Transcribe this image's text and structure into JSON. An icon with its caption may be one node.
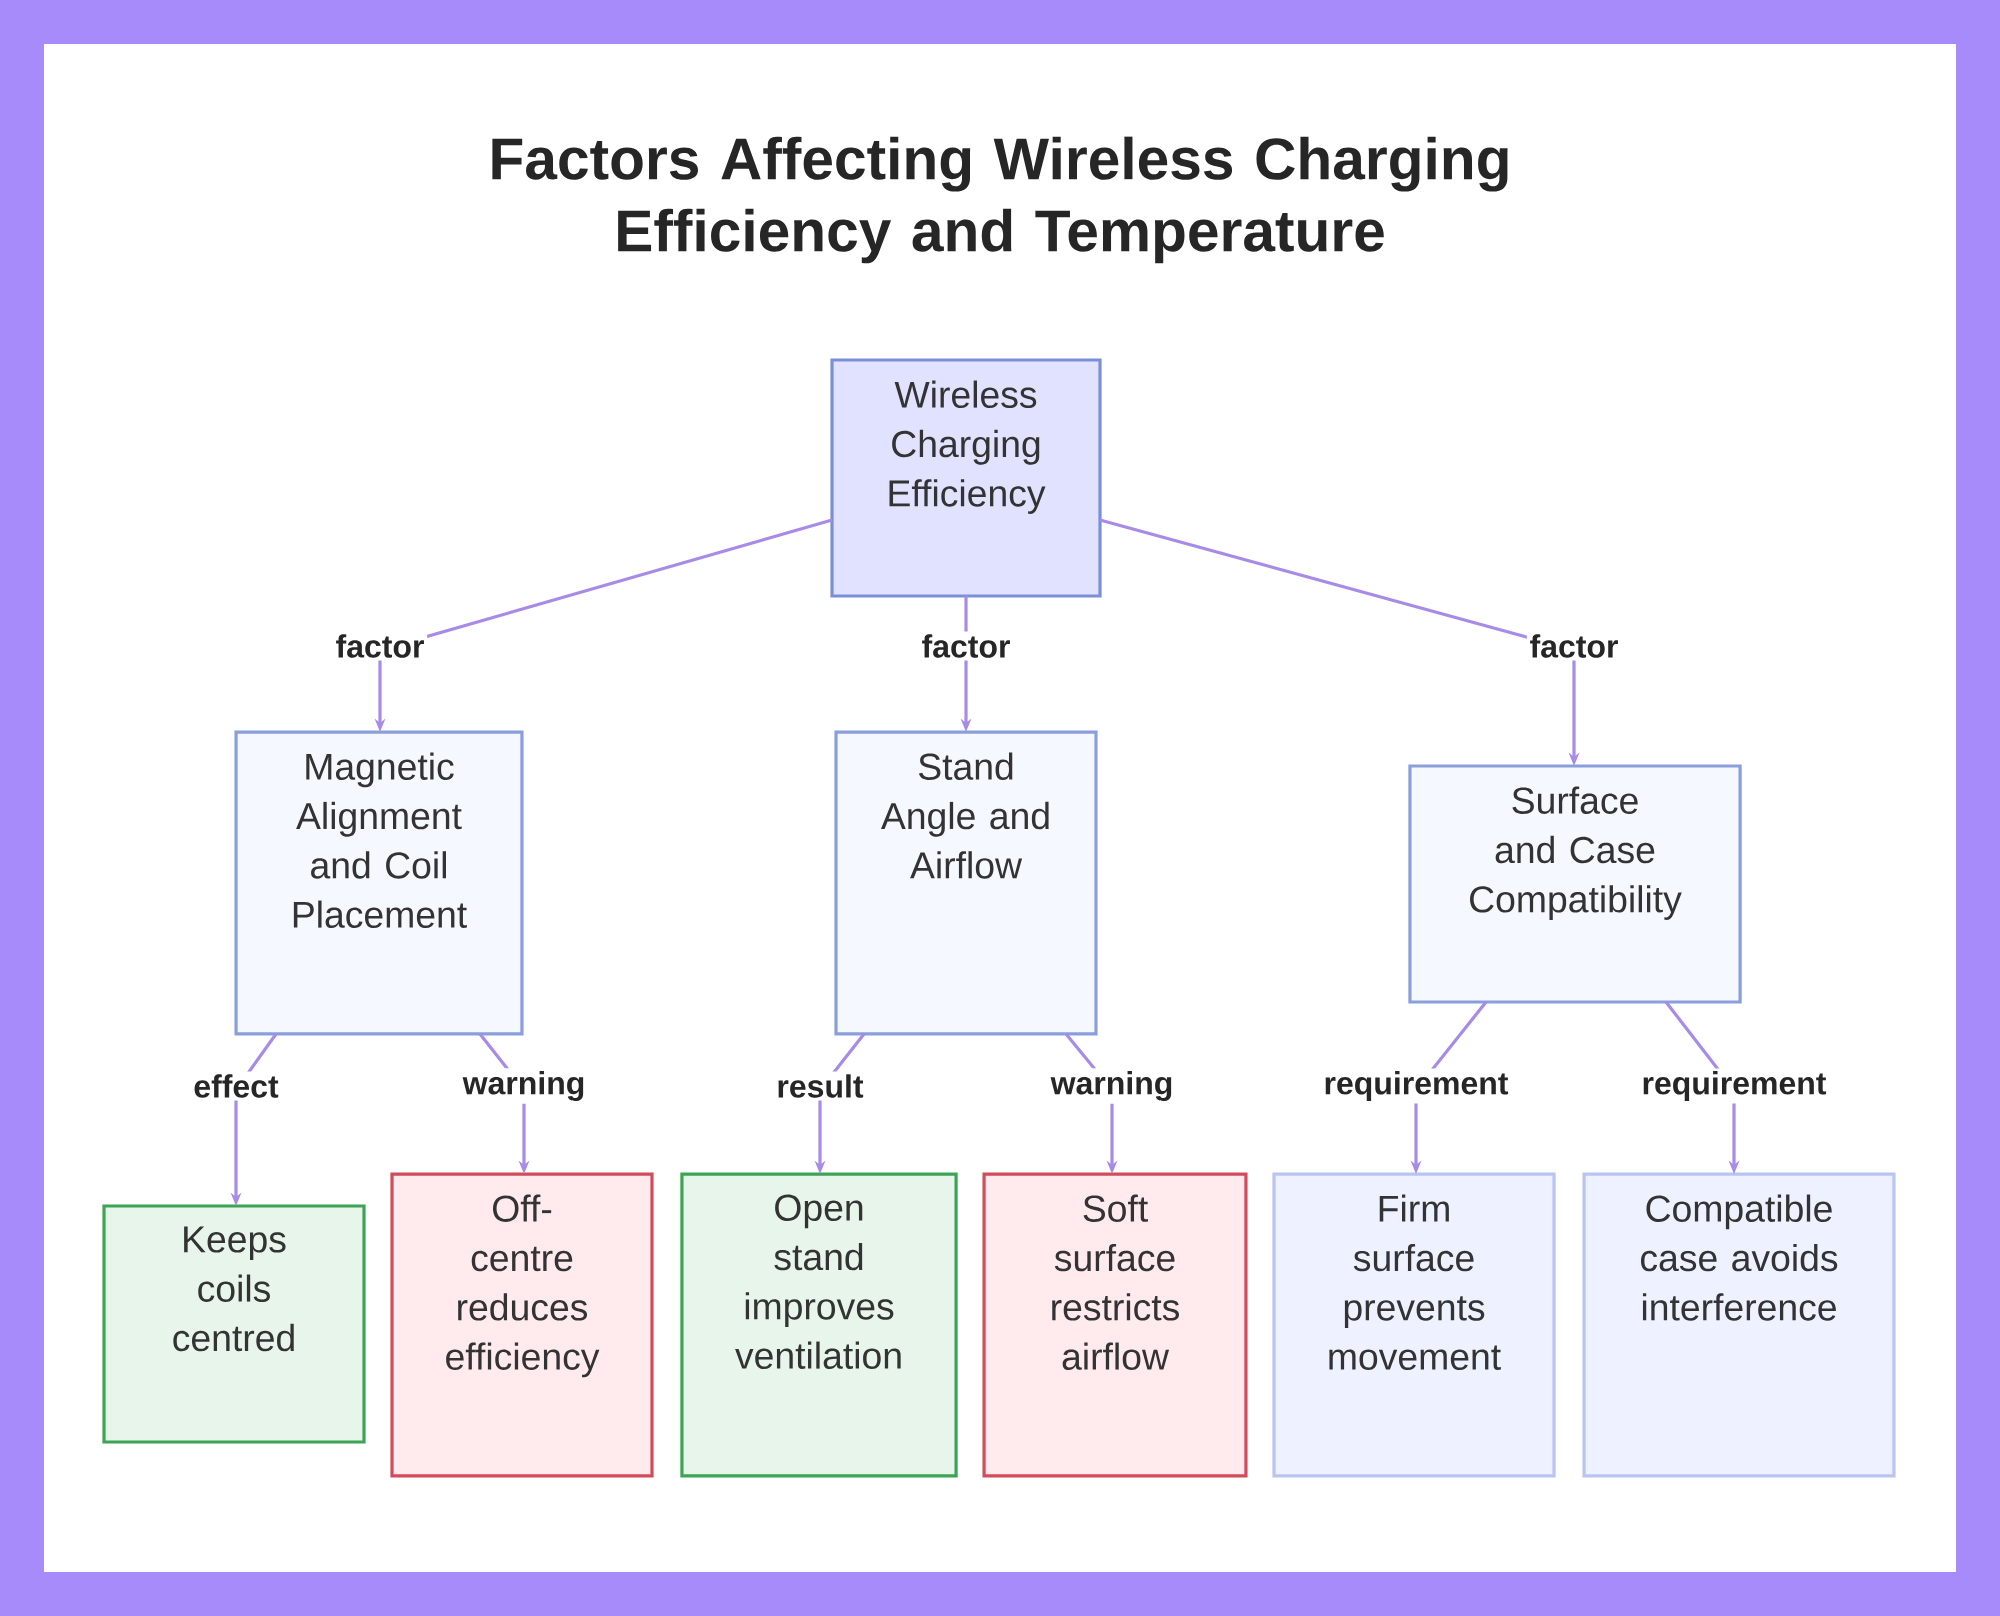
{
  "diagram": {
    "title": "Factors Affecting Wireless Charging Efficiency and Temperature",
    "nodes": [
      {
        "text": [
          "Wireless Charging Efficiency"
        ]
      },
      {
        "text": [
          "Magnetic Alignment and Coil Placement"
        ]
      },
      {
        "text": [
          "Stand Angle and Airflow"
        ]
      },
      {
        "text": [
          "Surface and Case Compatibility"
        ]
      },
      {
        "text": [
          "Keeps coils centred"
        ]
      },
      {
        "text": [
          "Off-centre reduces efficiency"
        ]
      },
      {
        "text": [
          "Open stand improves ventilation"
        ]
      },
      {
        "text": [
          "Soft surface restricts airflow"
        ]
      },
      {
        "text": [
          "Firm surface prevents movement"
        ]
      },
      {
        "text": [
          "Compatible case avoids interference"
        ]
      }
    ],
    "edges": [
      {
        "from": 0,
        "to": 1,
        "arrow": "to",
        "label": "factor"
      },
      {
        "from": 0,
        "to": 2,
        "arrow": "to",
        "label": "factor"
      },
      {
        "from": 0,
        "to": 3,
        "arrow": "to",
        "label": "factor"
      },
      {
        "from": 1,
        "to": 4,
        "arrow": "to",
        "label": "effect"
      },
      {
        "from": 1,
        "to": 5,
        "arrow": "to",
        "label": "warning"
      },
      {
        "from": 2,
        "to": 6,
        "arrow": "to",
        "label": "result"
      },
      {
        "from": 2,
        "to": 7,
        "arrow": "to",
        "label": "warning"
      },
      {
        "from": 3,
        "to": 8,
        "arrow": "to",
        "label": "requirement"
      },
      {
        "from": 3,
        "to": 9,
        "arrow": "to",
        "label": "requirement"
      }
    ]
  }
}
